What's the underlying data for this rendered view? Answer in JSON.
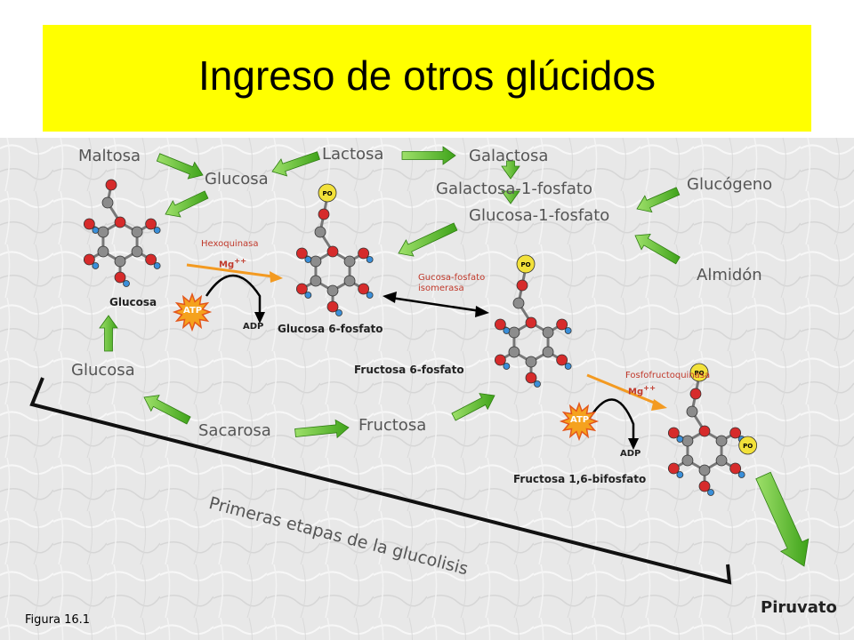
{
  "title": "Ingreso de otros glúcidos",
  "figure_label": "Figura 16.1",
  "sugars": {
    "maltosa": "Maltosa",
    "glucosa_top": "Glucosa",
    "lactosa": "Lactosa",
    "galactosa": "Galactosa",
    "galactosa_1p": "Galactosa-1-fosfato",
    "glucosa_1p": "Glucosa-1-fosfato",
    "glucogeno": "Glucógeno",
    "almidon": "Almidón",
    "glucosa_left": "Glucosa",
    "sacarosa": "Sacarosa",
    "fructosa": "Fructosa",
    "piruvato": "Piruvato"
  },
  "molecules": {
    "glucosa": "Glucosa",
    "glucosa_6p": "Glucosa 6-fosfato",
    "fructosa_6p": "Fructosa 6-fosfato",
    "fructosa_16bp": "Fructosa 1,6-bifosfato"
  },
  "enzymes": {
    "hexoquinasa": "Hexoquinasa",
    "mg1": "Mg",
    "isomerasa_1": "Gucosa-fosfato",
    "isomerasa_2": "isomerasa",
    "fosfofructoquinasa": "Fosfofructoquinasa",
    "mg2": "Mg"
  },
  "cofactors": {
    "atp": "ATP",
    "adp": "ADP",
    "phosphate": "PO",
    "mg_charge": "++"
  },
  "stage_label": "Primeras etapas de la glucolisis",
  "colors": {
    "title_bg": "#ffff00",
    "arrow_green": "#5cb82e",
    "oxygen": "#d62b2b",
    "carbon": "#8c8c8c",
    "hydrogen": "#3a8fd9",
    "phosphate": "#f2e13a"
  }
}
